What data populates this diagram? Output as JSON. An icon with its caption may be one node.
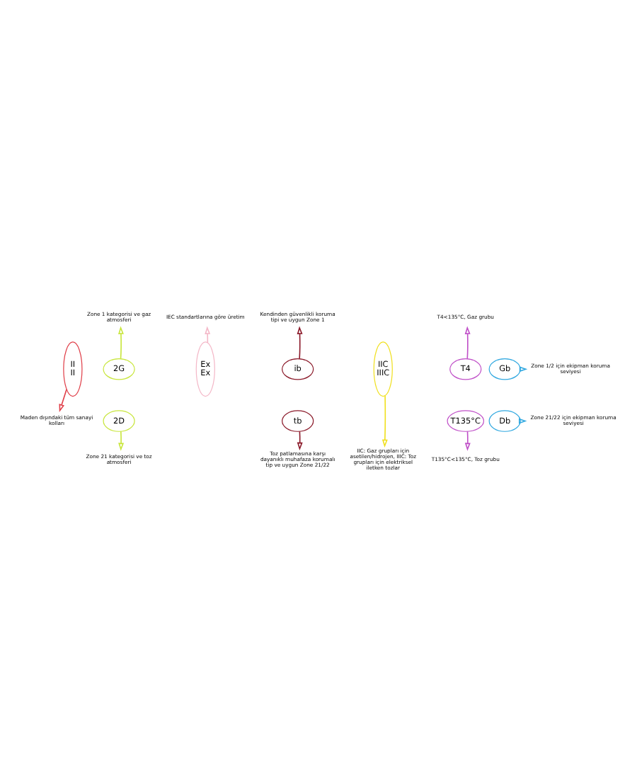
{
  "diagram": {
    "nodes": [
      {
        "text": [
          "II",
          "II"
        ]
      },
      {
        "text": [
          "2G"
        ]
      },
      {
        "text": [
          "2D"
        ]
      },
      {
        "text": [
          "Ex",
          "Ex"
        ]
      },
      {
        "text": [
          "ib"
        ]
      },
      {
        "text": [
          "tb"
        ]
      },
      {
        "text": [
          "IIC",
          "IIIC"
        ]
      },
      {
        "text": [
          "T4"
        ]
      },
      {
        "text": [
          "T135°C"
        ]
      },
      {
        "text": [
          "Gb"
        ]
      },
      {
        "text": [
          "Db"
        ]
      },
      {
        "text": [
          "Zone 1 kategorisi ve gaz atmosferi"
        ]
      },
      {
        "text": [
          "Maden dışındaki tüm sanayi kolları"
        ]
      },
      {
        "text": [
          "Zone 21 kategorisi ve toz atmosferi"
        ]
      },
      {
        "text": [
          "IEC standartlarına göre üretim"
        ]
      },
      {
        "text": [
          "Kendinden güvenlikli koruma tipi ve uygun Zone 1"
        ]
      },
      {
        "text": [
          "Toz patlamasına karşı dayanıklı muhafaza korumalı tip ve uygun Zone 21/22"
        ]
      },
      {
        "text": [
          "IIC: Gaz grupları için asetilen/hidrojen, IIIC: Toz grupları için elektriksel iletken tozlar"
        ]
      },
      {
        "text": [
          "T4<135°C, Gaz grubu"
        ]
      },
      {
        "text": [
          "T135°C<135°C, Toz grubu"
        ]
      },
      {
        "text": [
          "Zone 1/2 için ekipman koruma seviyesi"
        ]
      },
      {
        "text": [
          "Zone 21/22 için ekipman koruma seviyesi"
        ]
      }
    ],
    "edges": [
      {
        "from": 0,
        "to": 12,
        "arrow": "to",
        "color": "#e0404a"
      },
      {
        "from": 1,
        "to": 11,
        "arrow": "to",
        "color": "#c8e63c"
      },
      {
        "from": 2,
        "to": 13,
        "arrow": "to",
        "color": "#c8e63c"
      },
      {
        "from": 3,
        "to": 14,
        "arrow": "to",
        "color": "#f4b8c8"
      },
      {
        "from": 4,
        "to": 15,
        "arrow": "to",
        "color": "#8b1a2a"
      },
      {
        "from": 5,
        "to": 16,
        "arrow": "to",
        "color": "#8b1a2a"
      },
      {
        "from": 6,
        "to": 17,
        "arrow": "to",
        "color": "#f0e020"
      },
      {
        "from": 7,
        "to": 18,
        "arrow": "to",
        "color": "#c050c8"
      },
      {
        "from": 8,
        "to": 19,
        "arrow": "to",
        "color": "#c050c8"
      },
      {
        "from": 9,
        "to": 20,
        "arrow": "to",
        "color": "#30a8e0"
      },
      {
        "from": 10,
        "to": 21,
        "arrow": "to",
        "color": "#30a8e0"
      }
    ]
  }
}
